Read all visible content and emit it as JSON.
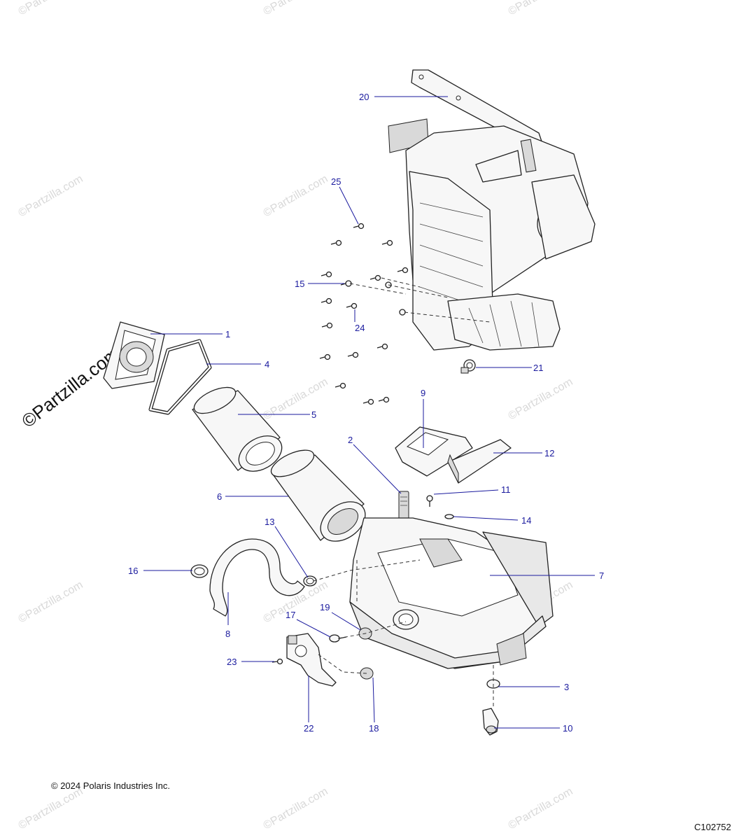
{
  "diagram": {
    "watermark_text": "©Partzilla.com",
    "copyright": "© 2024 Polaris Industries Inc.",
    "drawing_code": "C102752",
    "callouts": [
      "1",
      "2",
      "3",
      "4",
      "5",
      "6",
      "7",
      "8",
      "9",
      "10",
      "11",
      "12",
      "13",
      "14",
      "15",
      "16",
      "17",
      "18",
      "19",
      "20",
      "21",
      "22",
      "23",
      "24",
      "25"
    ],
    "colors": {
      "callout": "#1a1a9e",
      "line": "#222222"
    }
  }
}
